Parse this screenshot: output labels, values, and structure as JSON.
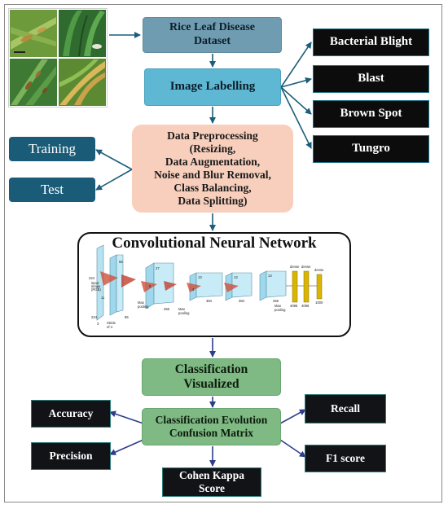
{
  "nodes": {
    "dataset": "Rice Leaf Disease\nDataset",
    "labelling": "Image Labelling",
    "preprocessing": "Data Preprocessing\n(Resizing,\nData Augmentation,\nNoise and Blur Removal,\nClass Balancing,\nData Splitting)",
    "cnn_title": "Convolutional Neural Network",
    "classification": "Classification\nVisualized",
    "evaluation": "Classification Evolution\nConfusion Matrix"
  },
  "classes": [
    "Bacterial Blight",
    "Blast",
    "Brown Spot",
    "Tungro"
  ],
  "splits": [
    "Training",
    "Test"
  ],
  "metrics": {
    "accuracy": "Accuracy",
    "precision": "Precision",
    "recall": "Recall",
    "f1": "F1 score",
    "kappa": "Cohen Kappa\nScore"
  },
  "cnn_labels": {
    "input": [
      "224",
      "input",
      "image",
      "(RGB)",
      "224",
      "3"
    ],
    "stride": [
      "Stride",
      "of 4"
    ],
    "pool": [
      "Max",
      "pooling"
    ],
    "dims": [
      "11",
      "55",
      "96",
      "5",
      "27",
      "256",
      "3",
      "13",
      "384",
      "13",
      "384",
      "13",
      "256"
    ],
    "dense": [
      "dense",
      "dense",
      "dense",
      "4096",
      "4096",
      "1000"
    ]
  },
  "colors": {
    "arrow": "#1b5d7a",
    "arrow_dark": "#2c3e8a",
    "teal": "#1a5c77",
    "cyan": "#5fb8d3",
    "slate": "#6f9cb0",
    "peach": "#f8cfbd",
    "green": "#7fb983",
    "black": "#0c0c0c",
    "cube": "#9fd8ec",
    "dense": "#d9b400"
  },
  "icons": [
    "rice-leaf-photo-1",
    "rice-leaf-photo-2",
    "rice-leaf-photo-3",
    "rice-leaf-photo-4"
  ]
}
